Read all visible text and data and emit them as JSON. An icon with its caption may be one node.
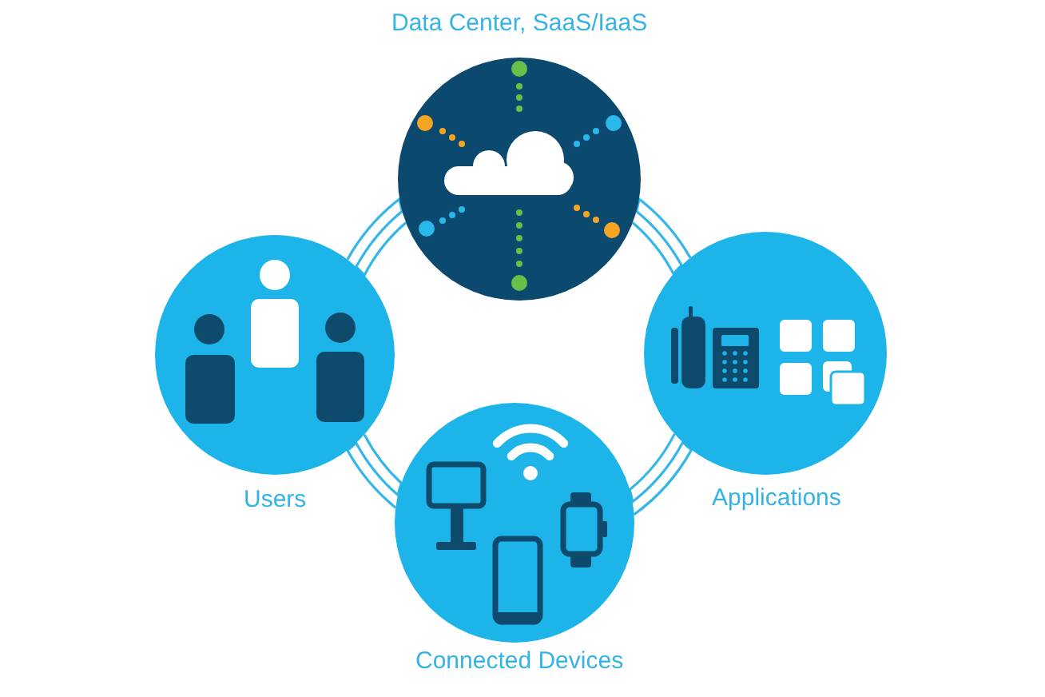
{
  "diagram": {
    "nodes": [
      {
        "text": [
          "Data Center, SaaS/IaaS"
        ]
      },
      {
        "text": [
          "Users"
        ]
      },
      {
        "text": [
          "Applications"
        ]
      },
      {
        "text": [
          "Connected Devices"
        ]
      }
    ],
    "edges": [
      {
        "from": 0,
        "to": 1,
        "arrow": "none"
      },
      {
        "from": 0,
        "to": 2,
        "arrow": "none"
      },
      {
        "from": 1,
        "to": 3,
        "arrow": "none"
      },
      {
        "from": 2,
        "to": 3,
        "arrow": "none"
      }
    ]
  }
}
